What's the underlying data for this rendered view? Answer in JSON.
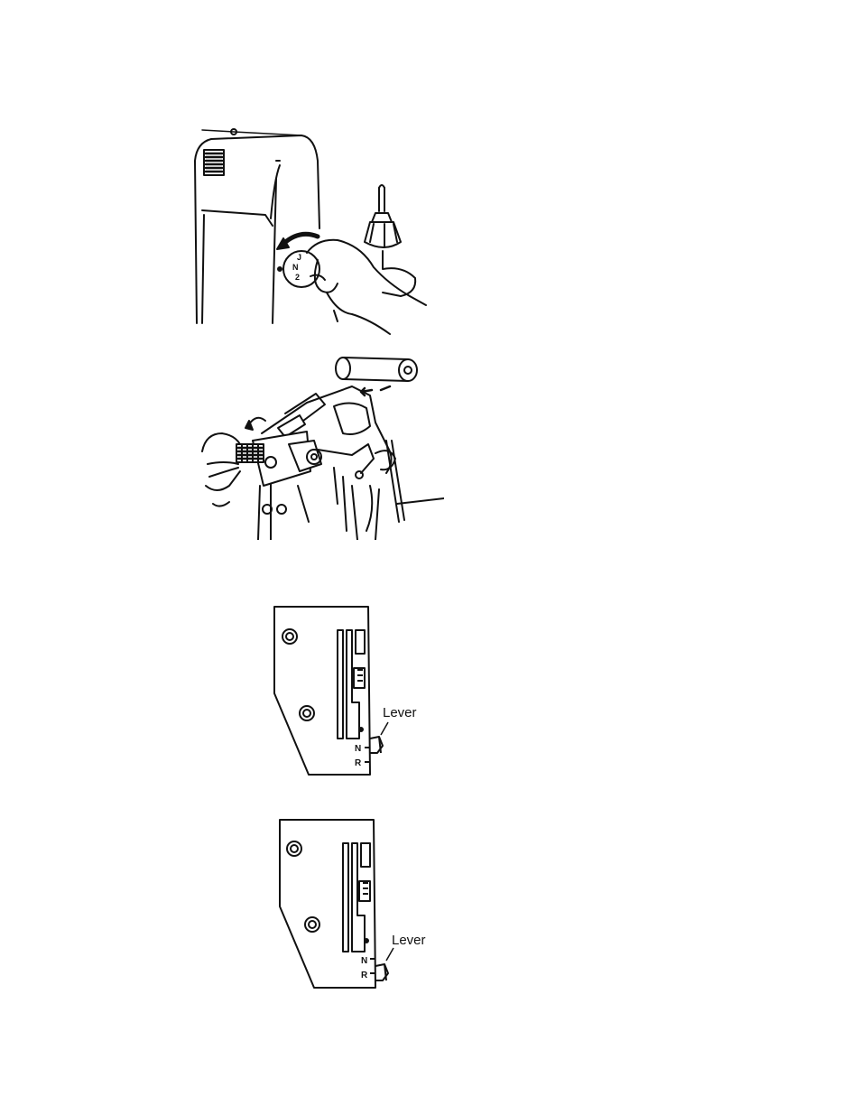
{
  "figures": {
    "dial": {
      "marks": [
        "J",
        "N",
        "2"
      ]
    },
    "plate_n": {
      "lever_label": "Lever",
      "pos_n": "N",
      "pos_r": "R"
    },
    "plate_r": {
      "lever_label": "Lever",
      "pos_n": "N",
      "pos_r": "R"
    }
  }
}
